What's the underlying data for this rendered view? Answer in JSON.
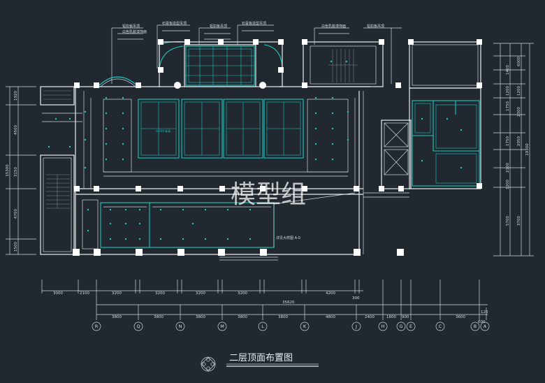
{
  "drawing": {
    "title": "二层顶面布置图",
    "watermark": "模型组"
  },
  "axes": {
    "bottom_labels": [
      "R",
      "Q",
      "N",
      "M",
      "L",
      "K",
      "J",
      "H",
      "G",
      "E",
      "C",
      "B",
      "A"
    ]
  },
  "dimensions": {
    "row1": [
      "3000",
      "2100",
      "3200",
      "3200",
      "3200",
      "3200",
      "4200",
      "300"
    ],
    "total": "35620",
    "row3": [
      "3800",
      "3800",
      "3800",
      "3800",
      "3800",
      "4800",
      "2400",
      "1800",
      "900",
      "3600"
    ],
    "small": [
      "120",
      "600"
    ],
    "left": [
      "1920",
      "4500",
      "3150",
      "4700",
      "1500"
    ],
    "left_total": "15300",
    "right": [
      "6000",
      "1400",
      "1200",
      "1200",
      "1750",
      "2300",
      "1750",
      "2050",
      "2100",
      "1200",
      "5700",
      "3700"
    ],
    "right_total": "19300"
  },
  "notes": {
    "top_note_1": "铝扣板吊顶",
    "top_note_2": "白色乳胶漆饰面",
    "top_note_3": "石膏板造型吊顶",
    "mid_note": "-0.250 标高",
    "section_note": "详见大样图 A-0"
  },
  "colors": {
    "background": "#212830",
    "linework": "#e8ecef",
    "accent": "#19c7c0"
  }
}
